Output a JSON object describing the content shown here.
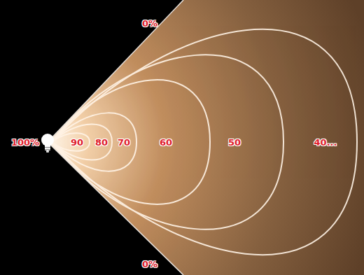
{
  "diagram": {
    "labels": [
      "0%",
      "100%",
      "90",
      "80",
      "70",
      "60",
      "50",
      "40...",
      "0%"
    ]
  }
}
